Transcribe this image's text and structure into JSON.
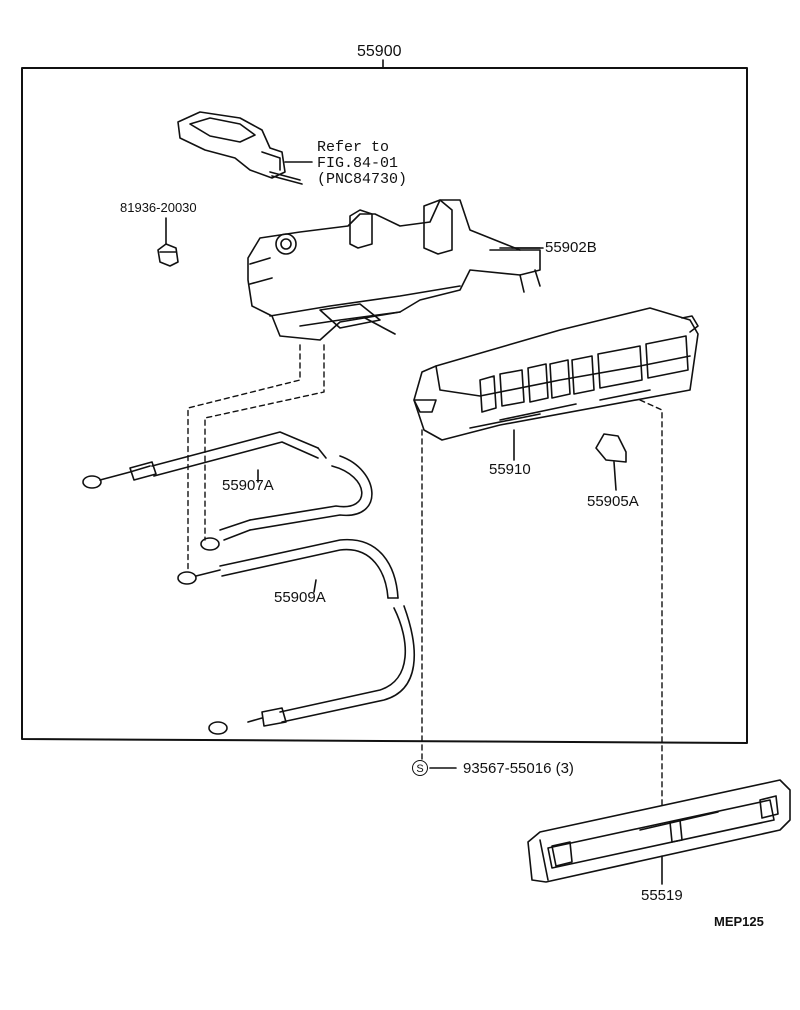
{
  "diagram": {
    "assembly_number": "55900",
    "reference": {
      "line1": "Refer to",
      "line2": "FIG.84-01",
      "line3": "(PNC84730)"
    },
    "parts": {
      "bolt": "81936-20030",
      "bracket": "55902B",
      "control_unit": "55910",
      "knob": "55905A",
      "cable_a": "55907A",
      "cable_b": "55909A",
      "screw_symbol": "S",
      "screw": "93567-55016 (3)",
      "panel": "55519"
    },
    "figure_code": "MEP125"
  }
}
